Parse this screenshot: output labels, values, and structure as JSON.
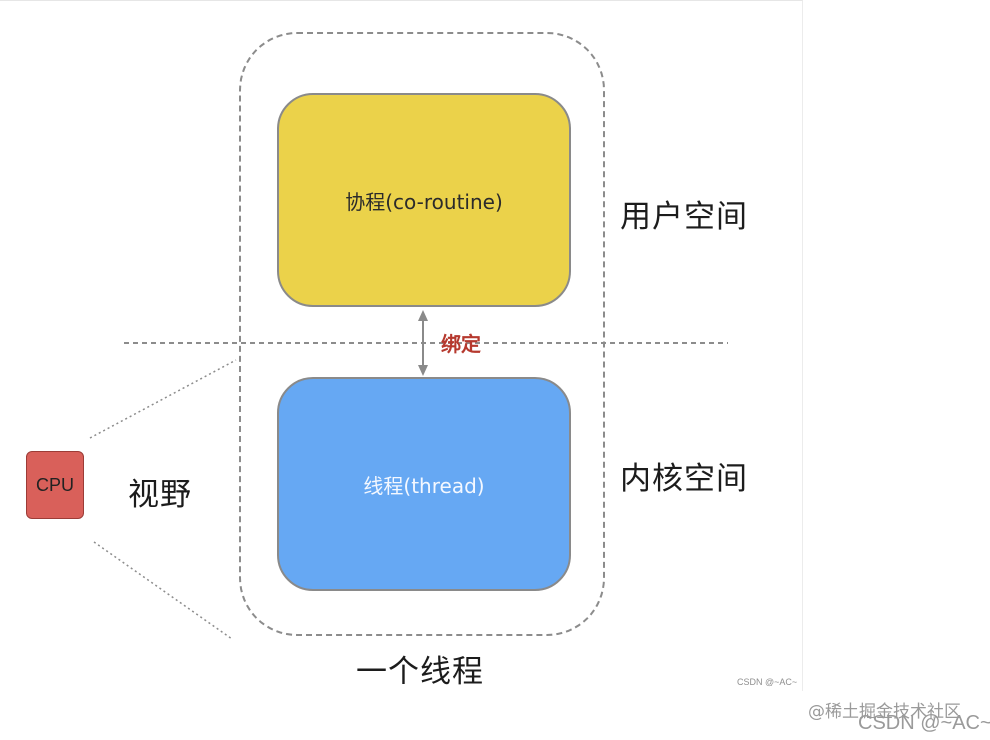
{
  "diagram": {
    "coroutine_label": "协程(co-routine)",
    "thread_label": "线程(thread)",
    "bind_label": "绑定",
    "user_space_label": "用户空间",
    "kernel_space_label": "内核空间",
    "view_label": "视野",
    "cpu_label": "CPU",
    "one_thread_label": "一个线程",
    "colors": {
      "coroutine_fill": "#ebd24a",
      "thread_fill": "#66a8f3",
      "cpu_fill": "#d9605a",
      "bind_text": "#b6392e"
    }
  },
  "watermarks": {
    "small": "CSDN @~AC~",
    "juejin": "@稀土掘金技术社区",
    "csdn": "CSDN @~AC~"
  }
}
